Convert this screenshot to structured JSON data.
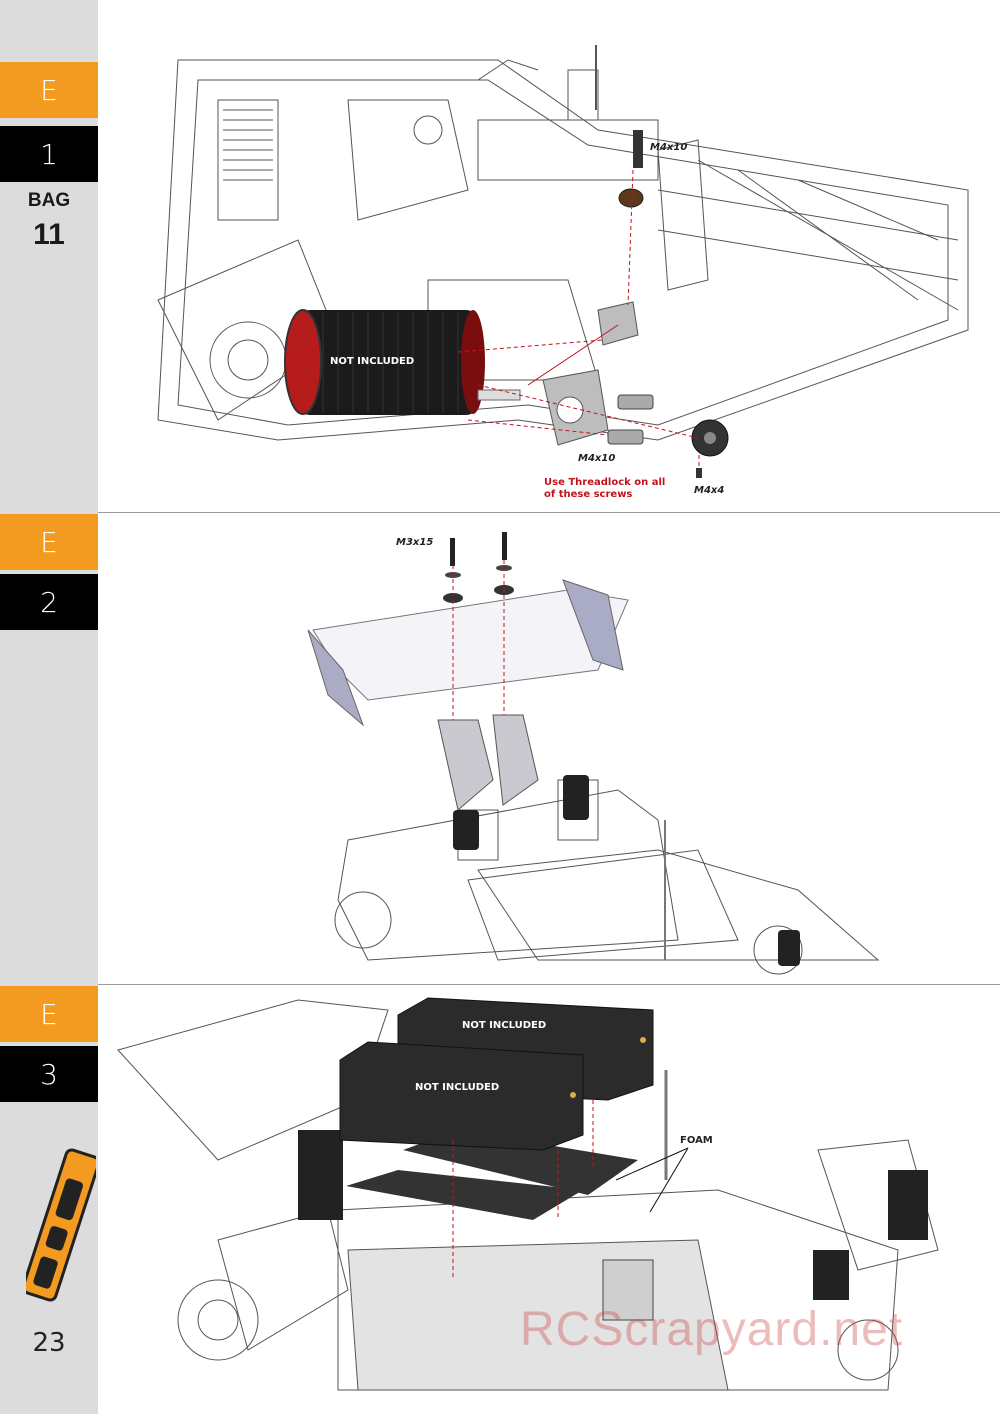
{
  "steps": [
    {
      "section": "E",
      "number": "1"
    },
    {
      "section": "E",
      "number": "2"
    },
    {
      "section": "E",
      "number": "3"
    }
  ],
  "bag": {
    "label": "BAG",
    "number": "11"
  },
  "page_number": "23",
  "step1": {
    "not_included": "NOT INCLUDED",
    "screw_top": "M4x10",
    "screw_mid": "M4x10",
    "screw_pinion": "M4x4",
    "note_line1": "Use Threadlock on all",
    "note_line2": "of these screws"
  },
  "step2": {
    "screw": "M3x15"
  },
  "step3": {
    "battery_back": "NOT INCLUDED",
    "battery_front": "NOT INCLUDED",
    "foam": "FOAM"
  },
  "watermark": "RCScrapyard.net"
}
